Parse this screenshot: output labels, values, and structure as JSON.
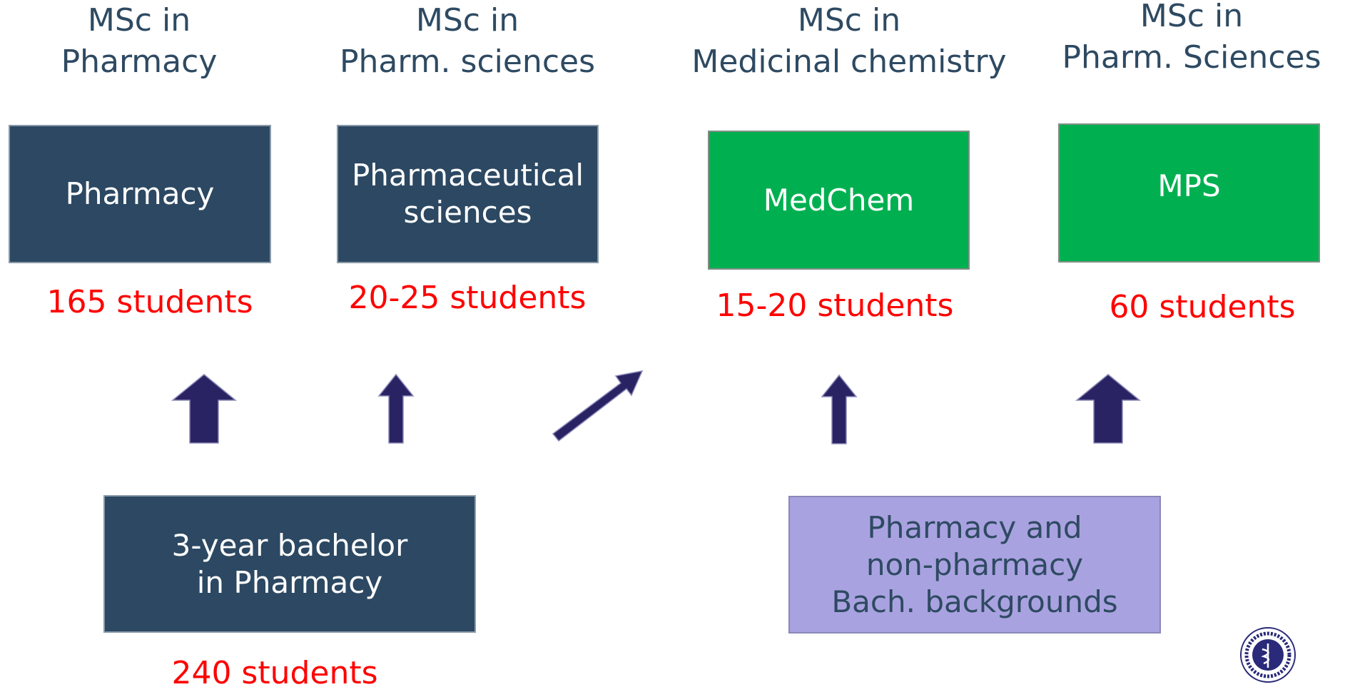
{
  "columns": [
    {
      "header_line1": "MSc in",
      "header_line2": "Pharmacy",
      "box_label": "Pharmacy",
      "students": "165 students"
    },
    {
      "header_line1": "MSc in",
      "header_line2": "Pharm. sciences",
      "box_label": "Pharmaceutical\nsciences",
      "students": "20-25 students"
    },
    {
      "header_line1": "MSc in",
      "header_line2": "Medicinal chemistry",
      "box_label": "MedChem",
      "students": "15-20 students"
    },
    {
      "header_line1": "MSc in",
      "header_line2": "Pharm. Sciences",
      "box_label": "MPS",
      "students": "60 students"
    }
  ],
  "sources": {
    "bachelor": {
      "label": "3-year bachelor\nin Pharmacy",
      "students": "240 students"
    },
    "other": {
      "label": "Pharmacy and\nnon-pharmacy\nBach. backgrounds"
    }
  },
  "colors": {
    "dark_box": "#2c4862",
    "green_box": "#00b050",
    "lavender_box": "#a9a2e0",
    "arrow": "#2a2363",
    "count_text": "#ff0000",
    "header_text": "#2e4a62"
  },
  "icons": {
    "seal": "faculty-seal-icon"
  }
}
